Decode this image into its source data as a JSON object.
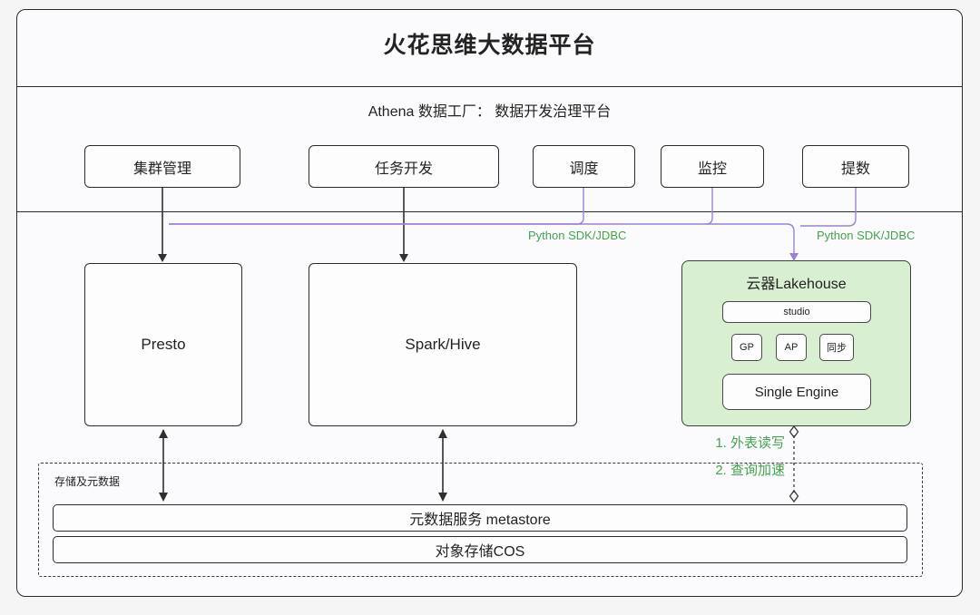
{
  "title": "火花思维大数据平台",
  "athena": {
    "subtitle": "Athena 数据工厂： 数据开发治理平台",
    "modules": [
      {
        "label": "集群管理"
      },
      {
        "label": "任务开发"
      },
      {
        "label": "调度"
      },
      {
        "label": "监控"
      },
      {
        "label": "提数"
      }
    ]
  },
  "connectors": {
    "sdk_left": "Python SDK/JDBC",
    "sdk_right": "Python SDK/JDBC"
  },
  "engines": {
    "presto": "Presto",
    "spark_hive": "Spark/Hive",
    "lakehouse": {
      "title": "云器Lakehouse",
      "studio": "studio",
      "chips": [
        "GP",
        "AP",
        "同步"
      ],
      "engine": "Single Engine"
    }
  },
  "lakehouse_links": [
    "1. 外表读写",
    "2. 查询加速"
  ],
  "storage": {
    "label": "存储及元数据",
    "layers": [
      "元数据服务 metastore",
      "对象存储COS"
    ]
  },
  "colors": {
    "green_text": "#43a34d",
    "purple_line": "#9b82d8",
    "lakehouse_bg": "#d9efd2"
  }
}
